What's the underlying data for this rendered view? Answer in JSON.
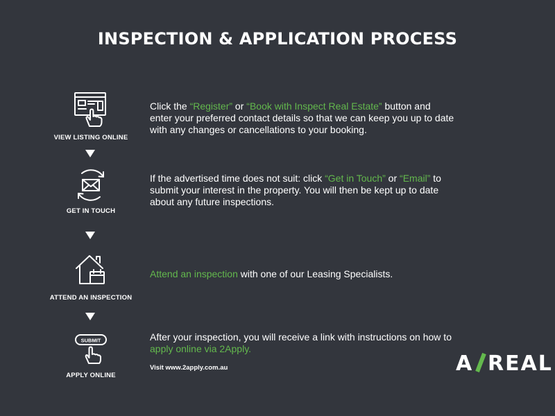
{
  "title": "INSPECTION & APPLICATION PROCESS",
  "steps": [
    {
      "label": "VIEW LISTING ONLINE",
      "icon": "listing-click-icon",
      "text_parts": [
        {
          "t": "Click the ",
          "hl": false
        },
        {
          "t": "“Register”",
          "hl": true
        },
        {
          "t": " or ",
          "hl": false
        },
        {
          "t": "“Book with Inspect Real Estate”",
          "hl": true
        },
        {
          "t": " button and enter your preferred contact details so that we can keep you up to date with any changes or cancellations to your booking.",
          "hl": false
        }
      ]
    },
    {
      "label": "GET IN TOUCH",
      "icon": "envelope-refresh-icon",
      "text_parts": [
        {
          "t": "If the advertised time does not suit: click ",
          "hl": false
        },
        {
          "t": "“Get in Touch”",
          "hl": true
        },
        {
          "t": " or ",
          "hl": false
        },
        {
          "t": "“Email”",
          "hl": true
        },
        {
          "t": " to submit your interest in the property. You will then be kept up to date about any future inspections.",
          "hl": false
        }
      ]
    },
    {
      "label": "ATTEND AN INSPECTION",
      "icon": "house-calendar-icon",
      "text_parts": [
        {
          "t": "Attend an inspection",
          "hl": true
        },
        {
          "t": " with one of our Leasing Specialists.",
          "hl": false
        }
      ]
    },
    {
      "label": "APPLY ONLINE",
      "icon": "submit-click-icon",
      "submit_text": "SUBMIT",
      "text_parts": [
        {
          "t": "After your inspection, you will receive a link with instructions on how to ",
          "hl": false
        },
        {
          "t": "apply online via 2Apply.",
          "hl": true
        }
      ]
    }
  ],
  "visit_text": "Visit www.2apply.com.au",
  "logo": {
    "left": "A",
    "right": "REAL"
  },
  "colors": {
    "background": "#33363d",
    "accent": "#63b84d",
    "text": "#ffffff"
  }
}
